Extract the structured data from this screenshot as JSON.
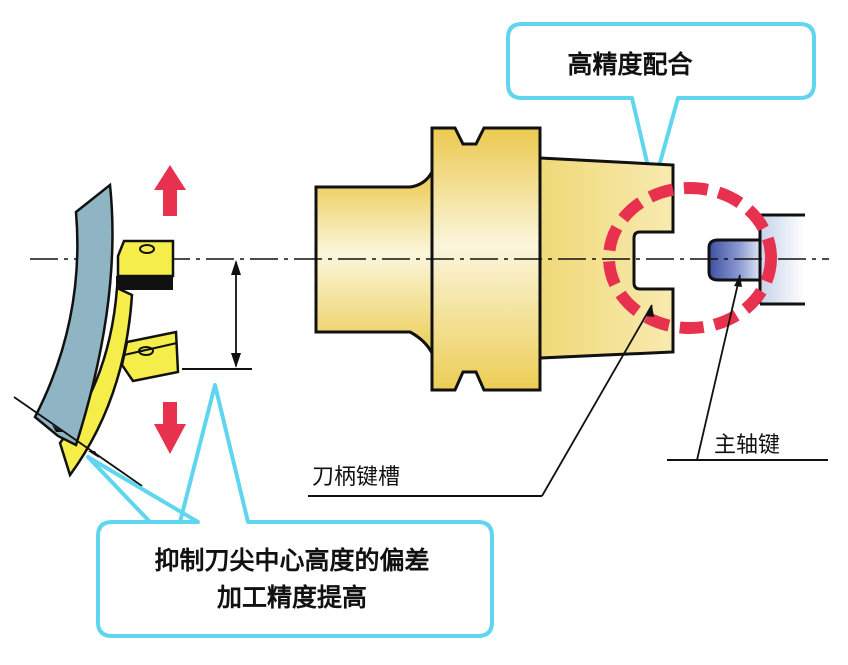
{
  "title": "刀柄键槽与主轴键配合示意图",
  "callouts": {
    "top": {
      "text": "高精度配合"
    },
    "bottom": {
      "line1": "抑制刀尖中心高度的偏差",
      "line2": "加工精度提高"
    }
  },
  "labels": {
    "holder_key_slot": "刀柄键槽",
    "spindle_key": "主轴键"
  },
  "colors": {
    "callout_border": "#5fd6ee",
    "holder_fill": "#f1db6f",
    "highlight_ring": "#e8314f",
    "arrow": "#e8314f",
    "insert_fill": "#f5ee4a",
    "tool_body": "#8fb4c4",
    "spindle_key": "#4a5aa8"
  },
  "icons": {
    "up_arrow": "arrow-up-icon",
    "down_arrow": "arrow-down-icon"
  }
}
